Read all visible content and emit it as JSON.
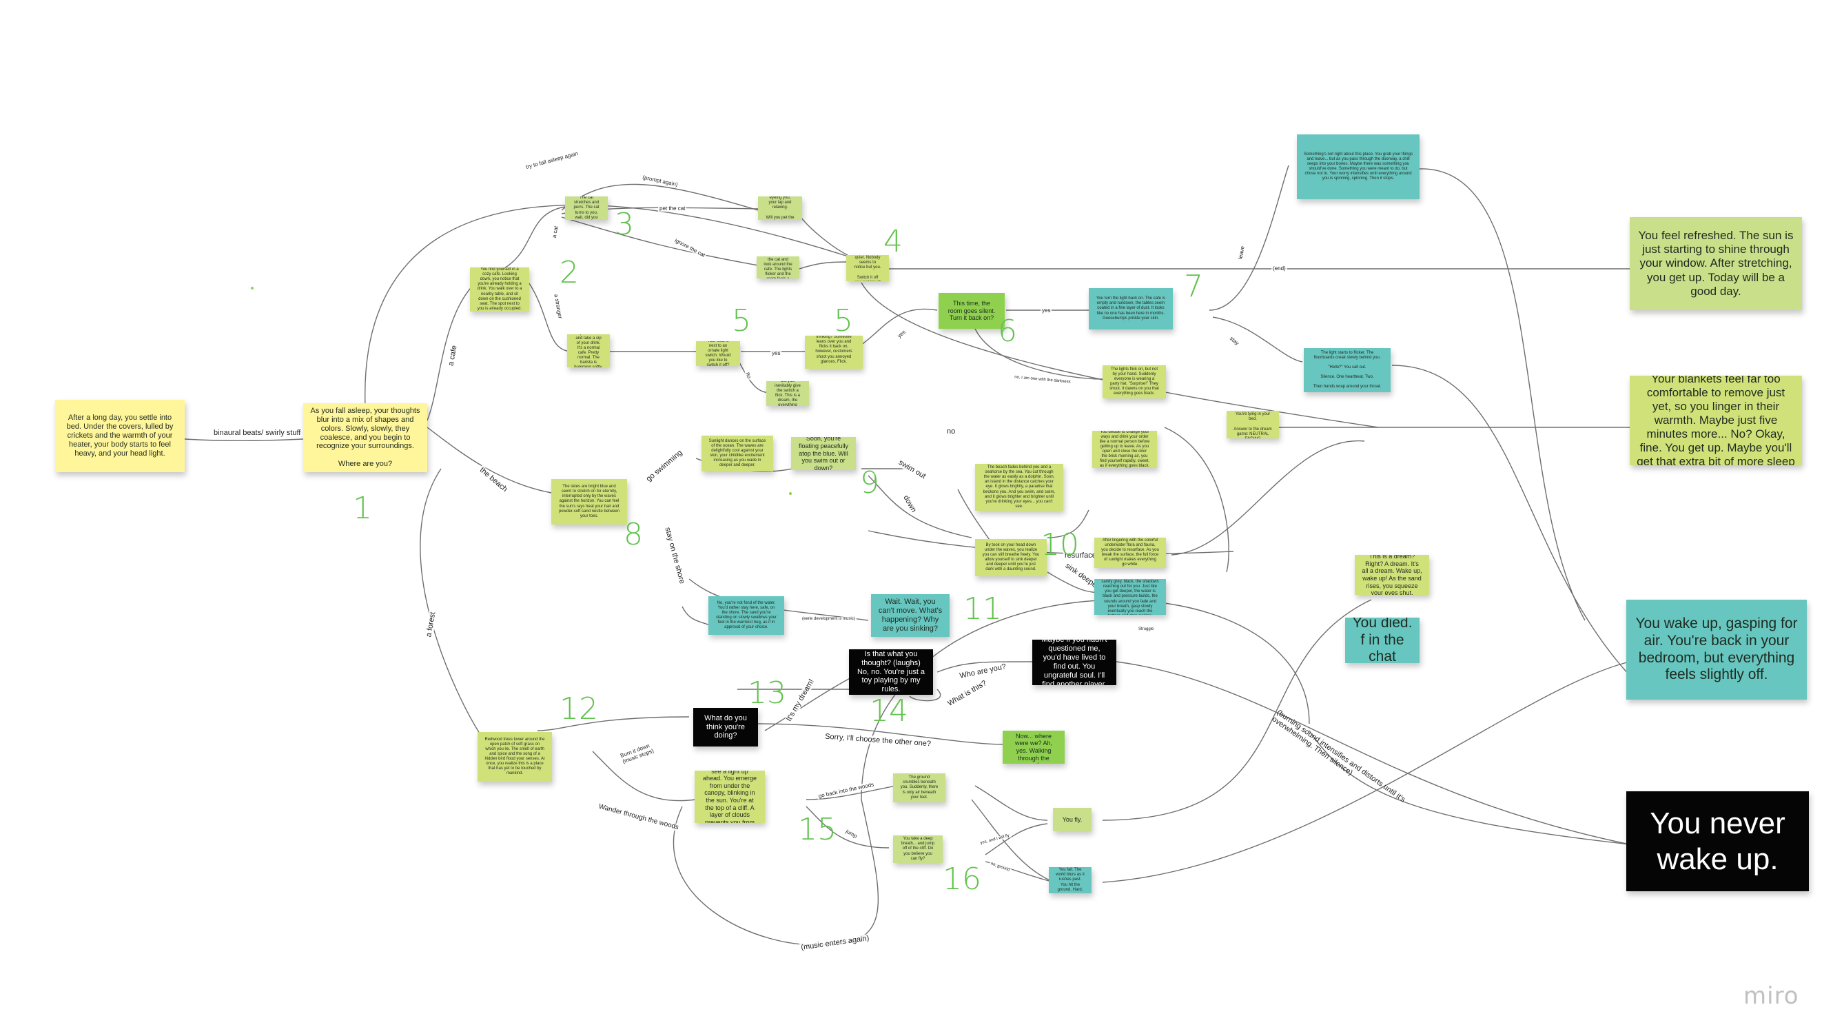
{
  "board": {
    "logo": "miro",
    "start_note": "After a long day, you settle into bed. Under the covers, lulled by crickets and the warmth of your heater, your body starts to feel heavy, and your head light.",
    "dream_note": "As you fall asleep, your thoughts blur into a mix of shapes and colors. Slowly, slowly, they coalesce, and you begin to recognize your surroundings.\n\nWhere are you?",
    "cafe_note": "You find yourself in a cozy cafe. Looking down, you notice that you're already holding a drink. You walk over to a nearby table, and sit down on the cushioned seat. The spot next to you is already occupied.",
    "cat_note": "It's a cat, what? The cat stretches and purrs. The cat turns to you, wait, did you pet it?",
    "cat_pet_note": "The cat purrs, eyeing you, your lap and relaxing.\n\nWill you pet the cat again?",
    "cat_ignore_note": "Eventually you lose interest in the cat and look around the cafe. The lights flicker and the room feels a little strange.",
    "stranger_note": "You exchange a polite smile and take a sip of your drink. It's a normal cafe. Pretty normal. The barista is humming softly, it's a nice cafe.",
    "stranger_light_note": "Your seat is next to an ornate light switch. Would you like to switch it off?",
    "stranger_no_note": "You try not to, but you inevitably give the switch a flick. This is a dream, the everything goes dark.",
    "dark_note": "What were you thinking? Someone leans over you and flicks it back on, however, customers shoot you annoyed glances. Flick.\n\nSwitch it off again?",
    "room_quiet_note": "The cafe goes quiet. Nobody seems to notice but you.\n\nSwitch it off one last time?",
    "silent_note": "This time, the room goes silent. Turn it back on?",
    "empty_cafe_note": "You turn the light back on. The cafe is empty and rundown, the tables seem coated in a fine layer of dust. It looks like no one has been here in months. Goosebumps prickle your skin.",
    "leave_note": "Something's not right about this place. You grab your things and leave... but as you pass through the doorway, a chill seeps into your bones. Maybe there was something you should've done. Something you were meant to do, but chose not to. Your worry intensifies until everything around you is spinning, spinning. Then it stops.",
    "stay_note": "The light starts to flicker. The floorboards creak slowly behind you.\n\n\"Hello?\" You call out.\n\nSilence. One heartbeat. Two.\n\nThen hands wrap around your throat.",
    "alone_note": "The lights flick on, but not by your hand. Suddenly everyone is wearing a party hat. \"Surprise!\" They shout. It dawns on you that everything goes black.",
    "end_refreshed": "You feel refreshed. The sun is just starting to shine through your window. After stretching, you get up. Today will be a good day.",
    "end_sleep": "You yawn, rubbing your eyes. Your blankets feel far too comfortable to remove just yet, so you linger in their warmth. Maybe just five minutes more... No? Okay, fine. You get up. Maybe you'll get that extra bit of more sleep tonight.",
    "end_gasp": "You wake up, gasping for air. You're back in your bedroom, but everything feels slightly off.",
    "end_never": "You never wake up.",
    "died_note": "You died. f in the chat",
    "beach_note": "The skies are bright blue and seem to stretch on for eternity, interrupted only by the waves against the horizon. You can feel the sun's rays heat your hair and powder-soft sand nestle between your toes.",
    "swim_note": "Sunlight dances on the surface of the ocean. The waves are delightfully cool against your skin, your childlike excitement increasing as you wade in deeper and deeper.",
    "float_note": "Soon, you're floating peacefully atop the blue. Will you swim out or down?",
    "swim_out_note": "The beach fades behind you and a seahorse by the sea. You cut through the water as easily as a dolphin. Soon, an island in the distance catches your eye. It glows brightly, a paradise that beckons you. And you swim, and swim, and it glows brighter and brighter until you're drinking your eyes... you can't see.",
    "down_note": "By took on your head down under the waves, you realize you can still breathe freely. You allow yourself to sink deeper and deeper until you're just dark with a daunting sound.",
    "resurface_note": "After lingering with the colorful underwater flora and fauna, you decide to resurface. As you break the surface, the full force of sunlight makes everything go white.",
    "sink_deeper_note": "Cold dark water brought up sandy grey, black, the shadows reaching out for you. Just like you get deeper, the water is black and pressure builds, the sounds around you fade and your breath, gasp slowly eventually you reach the bottom and stop sinking.",
    "dream_right_note": "This is a dream? Right? A dream. It's all a dream. Wake up, wake up! As the sand rises, you squeeze your eyes shut.",
    "wake_question_note": "You open your eyes. You're lying in your bed.\n\nAnswer to the dream game: NEUTRAL ENDING",
    "wipe_note": "You decide to change your ways and drink your order like a normal person before getting up to leave. As you open and close the door the brisk morning air, you find yourself rapidly, sweet, as if everything goes black.",
    "shore_note": "No, you're not fond of the water. You'd rather stay here, safe, on the shore. The sand you're standing on slowly swallows your feet in the warmest hug, as if in approval of your choice.",
    "wait_note": "Wait. Wait, you can't move. What's happening? Why are you sinking?",
    "toy_note": "Is that what you thought? (laughs) No, no. You're just a toy playing by my rules.",
    "questioned_note": "Maybe if you hadn't questioned me, you'd have lived to find out. You ungrateful soul. I'll find another player.",
    "forest_note": "Redwood trees tower around the open patch of soft grass on which you lie. The smell of earth and spice and the song of a hidden bird flood your senses. At once, you realize this is a place that has yet to be touched by mankind.",
    "doing_note": "What do you think you're doing?",
    "better_note": "That's better. Now... where were we? Ah, yes. Walking through the woods.",
    "walk_note": "You walk for a few minutes. Soon, you see a light up ahead. You emerge from under the canopy, blinking in the sun. You're at the top of a cliff. A layer of clouds prevents you from seeing anything that might be below.",
    "crumble_note": "The ground crumbles beneath you. Suddenly, there is only air beneath your feet.",
    "deep_breath_note": "You take a deep breath... and jump off of the cliff. Do you believe you can fly?",
    "fly_note": "You fly.",
    "fall_note": "You fall. The world blurs as it rushes past. You hit the ground. Hard.",
    "labels": {
      "binaural": "binaural beats/ swirly stuff",
      "a_cafe": "a cafe",
      "the_beach": "the beach",
      "a_forest": "a forest",
      "try_again": "try to fall asleep again",
      "prompt_again": "(prompt again)",
      "pet_cat": "pet the cat",
      "ignore_cat": "ignore the cat",
      "a_cat": "a cat",
      "a_stranger": "a stranger",
      "yes1": "yes",
      "no1": "no",
      "yes2": "yes",
      "yes3": "yes",
      "no2": "no",
      "end": "(end)",
      "leave": "leave",
      "stay": "stay",
      "alone": "no, I am one with the darkness",
      "go_swimming": "go swimming",
      "stay_shore": "stay on the shore",
      "swim_out": "swim out",
      "down": "down",
      "resurface": "resurface",
      "sink_deeper": "sink deeper",
      "eerie": "(eerie development is music)",
      "struggle": "Struggle",
      "who_are_you": "Who are you?",
      "what_is_this": "What is this?",
      "its_my_dream": "It's my dream!",
      "sorry": "Sorry, I'll choose the other one?",
      "burn_down": "Burn it down (music stops)",
      "wander": "Wander through the woods",
      "go_back": "go back into the woods",
      "jump": "jump",
      "yes_believe": "yes, and I will fly",
      "no_ground": "no, ground",
      "music_again": "(music enters again)",
      "burning": "(burning sound intensifies and distorts until it's overwhelming. Then silence)"
    },
    "numbers": [
      "1",
      "2",
      "3",
      "4",
      "5",
      "5",
      "6",
      "7",
      "8",
      "9",
      "10",
      "11",
      "12",
      "13",
      "14",
      "15",
      "16"
    ],
    "colors": {
      "yellow": "#fff59b",
      "lime": "#d0e17a",
      "green": "#8fd14f",
      "teal": "#67c6c0",
      "black": "#050505",
      "number_green": "#62c24e"
    }
  }
}
